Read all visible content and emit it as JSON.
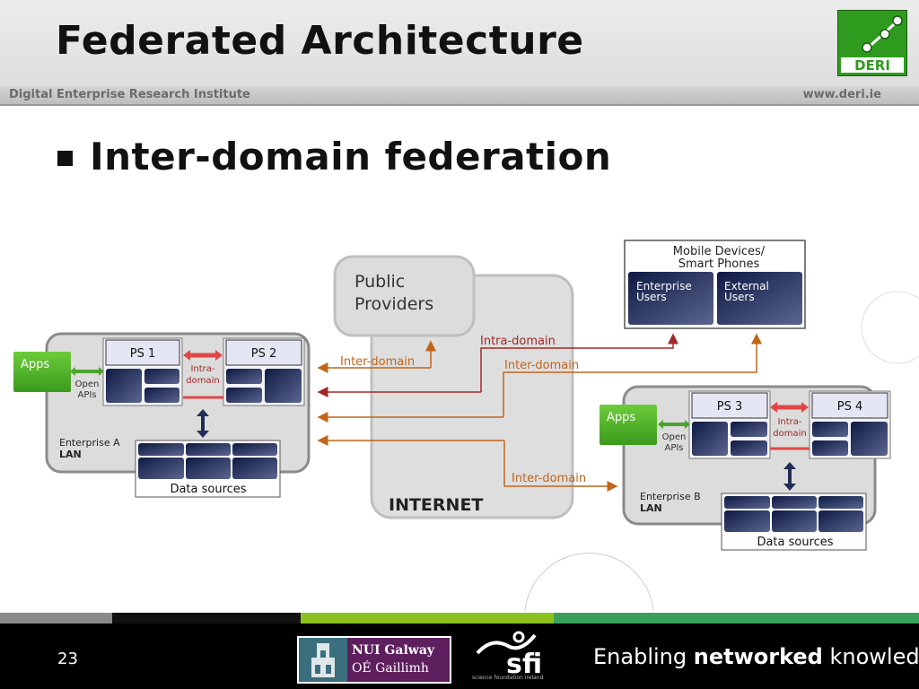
{
  "header": {
    "title": "Federated Architecture",
    "org_name": "Digital Enterprise Research Institute",
    "org_url": "www.deri.ie",
    "logo_text": "DERI"
  },
  "main": {
    "bullet": "Inter-domain federation"
  },
  "diagram": {
    "public_providers": [
      "Public",
      "Providers"
    ],
    "internet": "INTERNET",
    "mobile_title": [
      "Mobile Devices/",
      "Smart Phones"
    ],
    "enterprise_users": [
      "Enterprise",
      "Users"
    ],
    "external_users": [
      "External",
      "Users"
    ],
    "enterprise_a": {
      "apps": "Apps",
      "open_apis": [
        "Open",
        "APIs"
      ],
      "ps1": "PS 1",
      "ps2": "PS 2",
      "intra": [
        "Intra-",
        "domain"
      ],
      "label": "Enterprise A",
      "lan": "LAN",
      "data_sources": "Data sources"
    },
    "enterprise_b": {
      "apps": "Apps",
      "open_apis": [
        "Open",
        "APIs"
      ],
      "ps3": "PS 3",
      "ps4": "PS 4",
      "intra": [
        "Intra-",
        "domain"
      ],
      "label": "Enterprise B",
      "lan": "LAN",
      "data_sources": "Data sources"
    },
    "link_intra": "Intra-domain",
    "link_inter_1": "Inter-domain",
    "link_inter_2": "Inter-domain",
    "link_inter_3": "Inter-domain",
    "colors": {
      "inter": "#c0651b",
      "intra": "#a02828",
      "box_dark": "#1c2650"
    }
  },
  "footer": {
    "page_number": "23",
    "nui_line1": "NUI Galway",
    "nui_line2": "OÉ Gaillimh",
    "sfi_logo": "sfi",
    "sfi_small": "science foundation ireland",
    "tagline_pre": "Enabling ",
    "tagline_bold": "networked",
    "tagline_post": " knowledge."
  }
}
